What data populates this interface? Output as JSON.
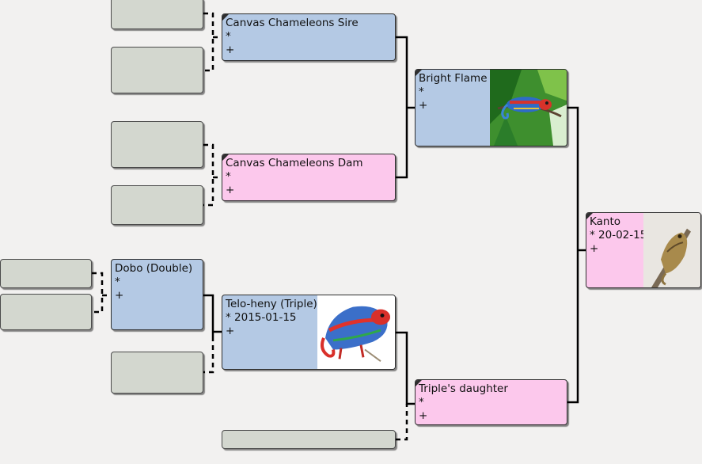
{
  "people": {
    "sire": {
      "name": "Canvas Chameleons Sire",
      "birth": "*",
      "death": "+"
    },
    "dam": {
      "name": "Canvas Chameleons Dam",
      "birth": "*",
      "death": "+"
    },
    "bright": {
      "name": "Bright Flame",
      "birth": "*",
      "death": "+",
      "photo": "panther-chameleon-photo"
    },
    "kanto": {
      "name": "Kanto",
      "birth": "* 20-02-15",
      "death": "+",
      "photo": "chameleon-on-branch-photo"
    },
    "dobo": {
      "name": "Dobo (Double)",
      "birth": "*",
      "death": "+"
    },
    "telo": {
      "name": "Telo-heny (Triple)",
      "birth": "* 2015-01-15",
      "death": "+",
      "photo": "panther-chameleon-photo"
    },
    "daughter": {
      "name": "Triple's daughter",
      "birth": "*",
      "death": "+"
    }
  },
  "colors": {
    "male": "#b4c9e4",
    "female": "#fcc8ec",
    "empty": "#d3d7cf",
    "background": "#f2f1f0"
  }
}
